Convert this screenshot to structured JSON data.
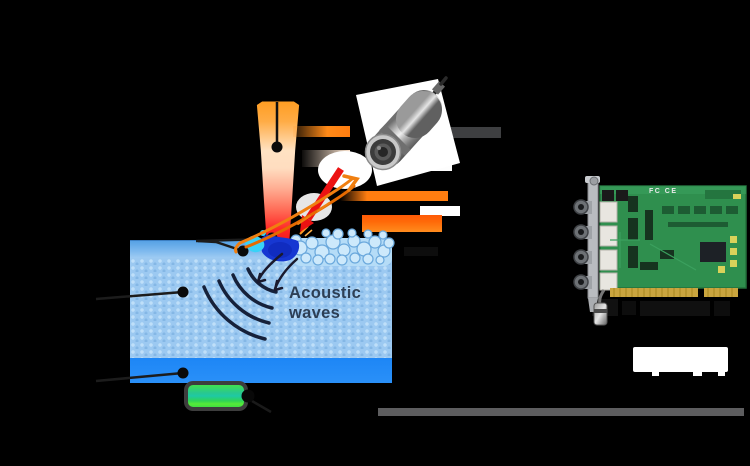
{
  "labels": {
    "acoustic_line1": "Acoustic",
    "acoustic_line2": "waves",
    "card_marks": "FC CE"
  },
  "icons": {
    "laser_beam": "laser-beam-icon",
    "melt_pool": "melt-pool-icon",
    "bubble_foam": "bubble-foam-icon",
    "acoustic_waves": "acoustic-wave-arcs-icon",
    "acoustic_sensor": "acoustic-sensor-photo-icon",
    "daq_card": "pci-daq-card-photo-icon",
    "workpiece": "workpiece-block",
    "green_block": "green-support-block",
    "red_arrow": "laser-sight-arrow-icon",
    "orange_sketch_arrow": "acoustic-emission-arrow-icon"
  },
  "colors": {
    "background": "#000000",
    "beam_top": "#ff9d22",
    "beam_bottom": "#ee1515",
    "material_fill": "#9cc9f1",
    "material_band_top": "#57a2e5",
    "material_band_bottom": "#1d86f6",
    "melt_pool": "#1637d2",
    "splash_cyan": "#39d2f7",
    "foam": "#b5dcf7",
    "wave_ink": "#16213a",
    "label_text": "#2d3f55",
    "arrow_red": "#ec1212",
    "sketch_orange": "#f07f10",
    "bar_orange": "#ff7d10",
    "bar_dark_gray": "#3e3f41",
    "bar_white": "#ffffff",
    "bottom_gray_bar": "#5d5d5f",
    "green_block": "#35d94f",
    "pcb_green": "#2f8f4e",
    "gold_fingers": "#caa53f",
    "bracket_gray": "#b9bcc0",
    "white_label_box": "#ffffff"
  }
}
